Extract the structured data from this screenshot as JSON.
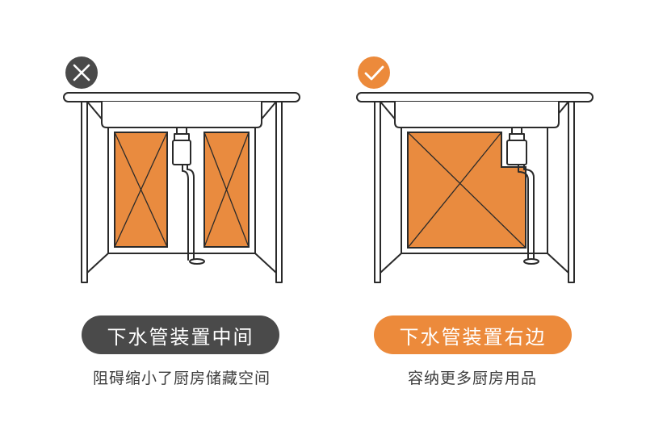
{
  "colors": {
    "accent": "#ec8a3b",
    "dark": "#4a4a4a",
    "line": "#2a2a2a",
    "cabinet_fill": "#e98b3f"
  },
  "left_panel": {
    "status_icon": "x-icon",
    "status": "bad",
    "label": "下水管装置中间",
    "caption": "阻碍缩小了厨房储藏空间"
  },
  "right_panel": {
    "status_icon": "check-icon",
    "status": "good",
    "label": "下水管装置右边",
    "caption": "容纳更多厨房用品"
  }
}
